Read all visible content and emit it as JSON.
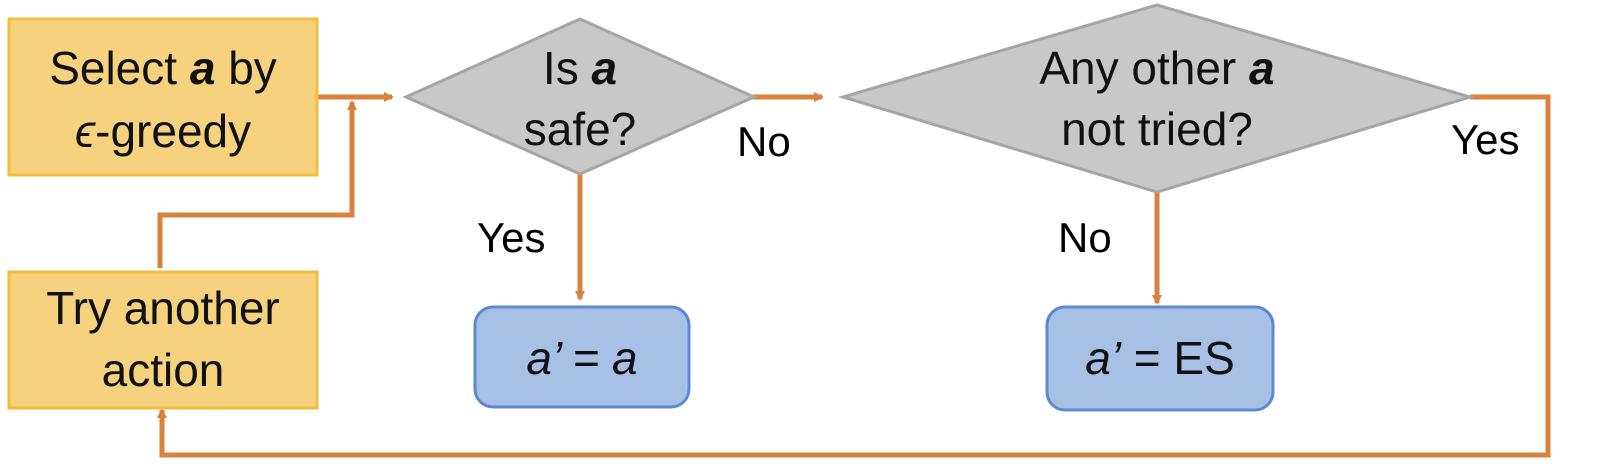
{
  "colors": {
    "process_fill": "#F6D27E",
    "process_stroke": "#F0BE3A",
    "decision_fill": "#C8C8C8",
    "decision_stroke": "#A5A5A5",
    "result_fill": "#A8C0E6",
    "result_stroke": "#5B8ACF",
    "arrow": "#D9823E"
  },
  "nodes": {
    "select": {
      "line1_pre": "Select ",
      "line1_var": "a",
      "line1_post": " by",
      "line2_eps": "ϵ",
      "line2_post": "-greedy"
    },
    "try_another": {
      "line1": "Try another",
      "line2": "action"
    },
    "is_safe": {
      "line1_pre": "Is ",
      "line1_var": "a",
      "line2": "safe?"
    },
    "any_other": {
      "line1_pre": "Any other ",
      "line1_var": "a",
      "line2": "not tried?"
    },
    "result_a": {
      "lhs": "a’ = a"
    },
    "result_es": {
      "lhs": "a’",
      "rhs": " = ES"
    }
  },
  "edge_labels": {
    "safe_yes": "Yes",
    "safe_no": "No",
    "other_no": "No",
    "other_yes": "Yes"
  }
}
